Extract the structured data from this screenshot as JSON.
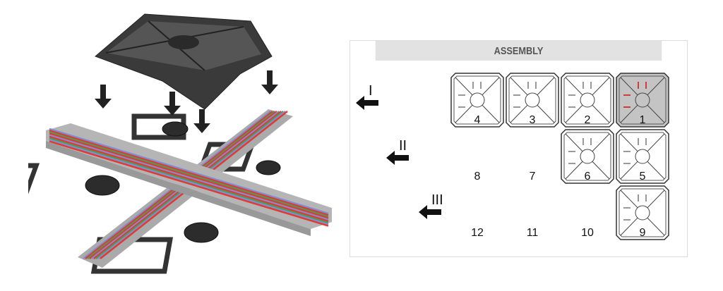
{
  "panel": {
    "title": "ASSEMBLY"
  },
  "steps": [
    {
      "label": "I"
    },
    {
      "label": "II"
    },
    {
      "label": "III"
    }
  ],
  "grid": [
    {
      "number": "4",
      "row": 0,
      "col": 0,
      "placed": true,
      "highlight": false
    },
    {
      "number": "3",
      "row": 0,
      "col": 1,
      "placed": true,
      "highlight": false
    },
    {
      "number": "2",
      "row": 0,
      "col": 2,
      "placed": true,
      "highlight": false
    },
    {
      "number": "1",
      "row": 0,
      "col": 3,
      "placed": true,
      "highlight": true
    },
    {
      "number": "8",
      "row": 1,
      "col": 0,
      "placed": false,
      "highlight": false
    },
    {
      "number": "7",
      "row": 1,
      "col": 1,
      "placed": false,
      "highlight": false
    },
    {
      "number": "6",
      "row": 1,
      "col": 2,
      "placed": true,
      "highlight": false
    },
    {
      "number": "5",
      "row": 1,
      "col": 3,
      "placed": true,
      "highlight": false
    },
    {
      "number": "12",
      "row": 2,
      "col": 0,
      "placed": false,
      "highlight": false
    },
    {
      "number": "11",
      "row": 2,
      "col": 1,
      "placed": false,
      "highlight": false
    },
    {
      "number": "10",
      "row": 2,
      "col": 2,
      "placed": false,
      "highlight": false
    },
    {
      "number": "9",
      "row": 2,
      "col": 3,
      "placed": true,
      "highlight": false
    }
  ],
  "colors": {
    "highlight": "#c4c4c4",
    "accent_arrow": "#cc1111",
    "cable_red": "#e23a2e",
    "cable_blue": "#7f8fd6",
    "cable_green": "#4e9a5a"
  }
}
